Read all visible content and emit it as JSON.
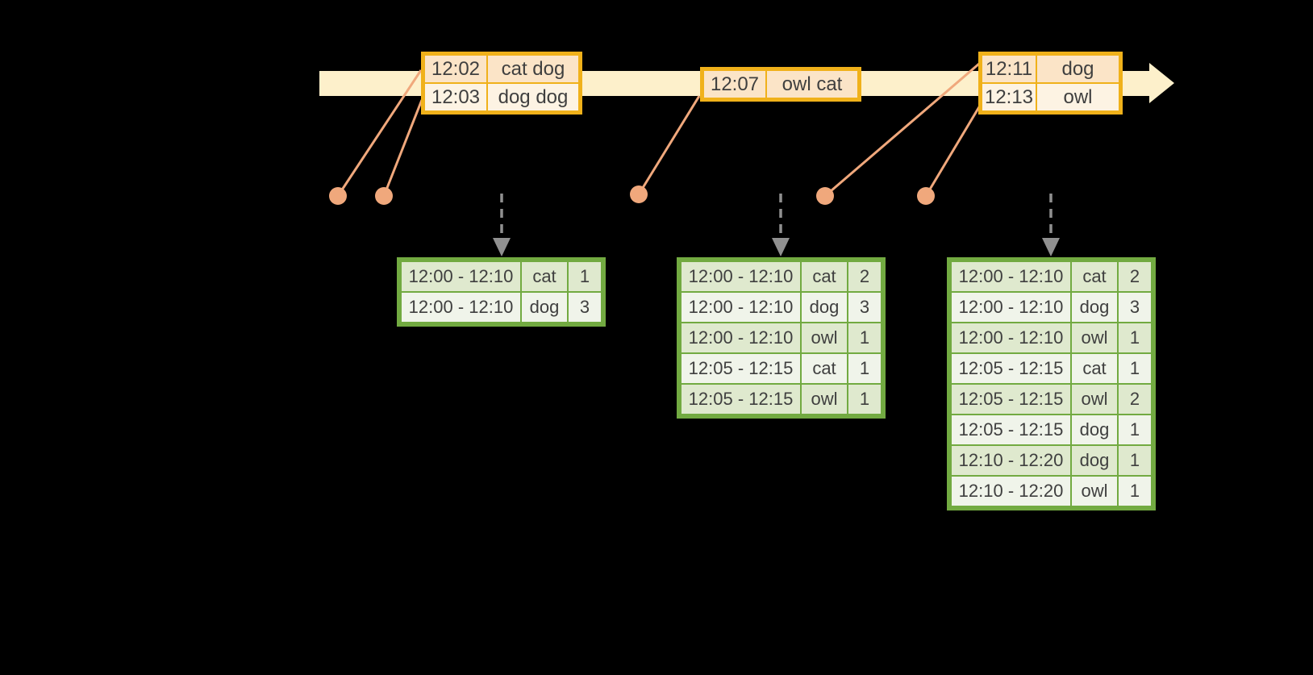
{
  "diagram": {
    "description": "timeline-of-events-with-windowed-count-result-tables",
    "colors": {
      "bg": "#000000",
      "timeline_fill": "#FDF0CB",
      "event_border": "#F0B11A",
      "event_row_dark": "#FBE4C7",
      "event_row_light": "#FDF3E3",
      "connector": "#F0A87C",
      "trigger": "#909090",
      "result_border": "#72AA41",
      "result_row_dark": "#DFE9CE",
      "result_row_light": "#F0F4EA",
      "text": "#3F3F3F"
    },
    "timeline": {
      "shape": "right-arrow-band"
    },
    "event_tables": [
      {
        "rows": [
          {
            "time": "12:02",
            "words": "cat dog"
          },
          {
            "time": "12:03",
            "words": "dog dog"
          }
        ]
      },
      {
        "rows": [
          {
            "time": "12:07",
            "words": "owl cat"
          }
        ]
      },
      {
        "rows": [
          {
            "time": "12:11",
            "words": "dog"
          },
          {
            "time": "12:13",
            "words": "owl"
          }
        ]
      }
    ],
    "result_tables": [
      {
        "rows": [
          [
            "12:00 - 12:10",
            "cat",
            "1"
          ],
          [
            "12:00 - 12:10",
            "dog",
            "3"
          ]
        ]
      },
      {
        "rows": [
          [
            "12:00 - 12:10",
            "cat",
            "2"
          ],
          [
            "12:00 - 12:10",
            "dog",
            "3"
          ],
          [
            "12:00 - 12:10",
            "owl",
            "1"
          ],
          [
            "12:05 - 12:15",
            "cat",
            "1"
          ],
          [
            "12:05 - 12:15",
            "owl",
            "1"
          ]
        ]
      },
      {
        "rows": [
          [
            "12:00 - 12:10",
            "cat",
            "2"
          ],
          [
            "12:00 - 12:10",
            "dog",
            "3"
          ],
          [
            "12:00 - 12:10",
            "owl",
            "1"
          ],
          [
            "12:05 - 12:15",
            "cat",
            "1"
          ],
          [
            "12:05 - 12:15",
            "owl",
            "2"
          ],
          [
            "12:05 - 12:15",
            "dog",
            "1"
          ],
          [
            "12:10 - 12:20",
            "dog",
            "1"
          ],
          [
            "12:10 - 12:20",
            "owl",
            "1"
          ]
        ]
      }
    ]
  }
}
